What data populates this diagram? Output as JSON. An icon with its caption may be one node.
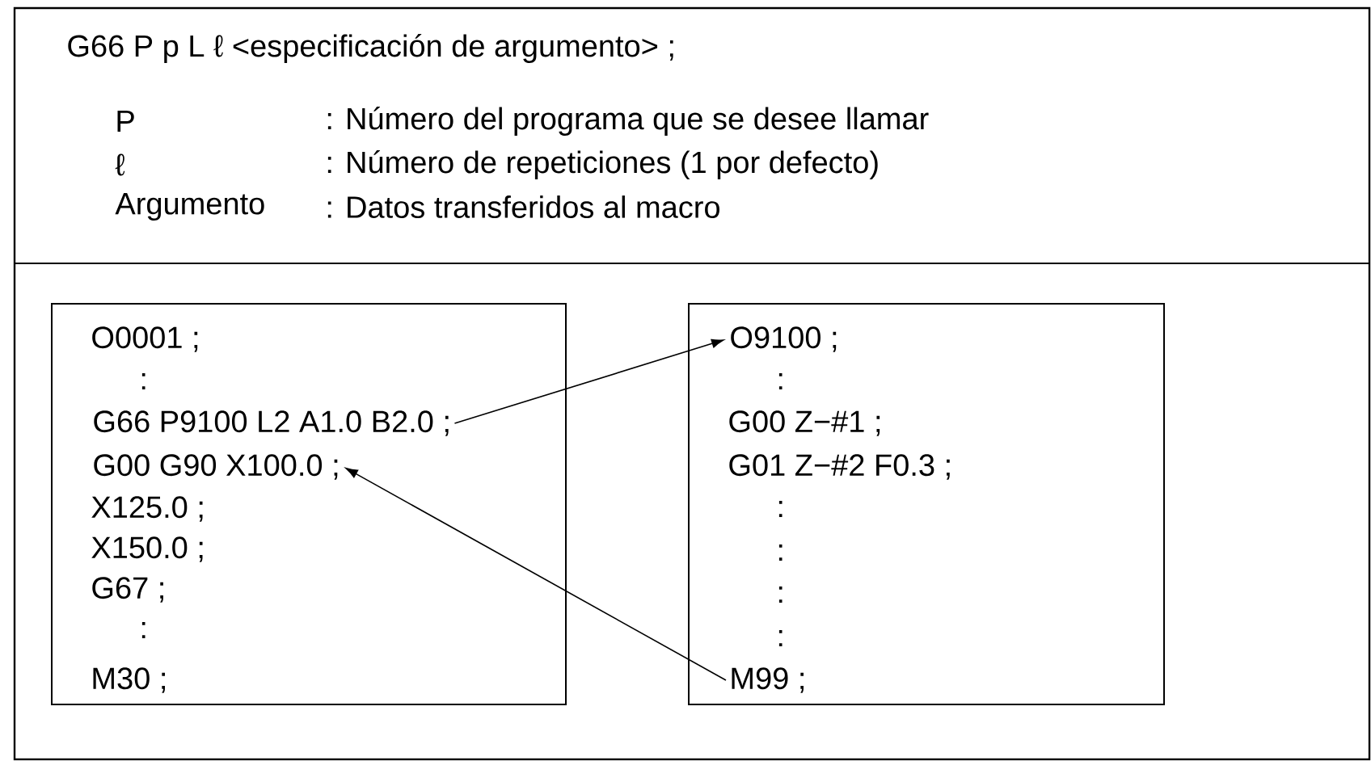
{
  "diagram": {
    "nodes": [
      {
        "text": [
          "O0001 ;",
          ":",
          "X125.0 ;",
          "X150.0 ;",
          "G67 ;",
          ":",
          "M30 ;"
        ]
      },
      {
        "text": [
          ":",
          "G00 Z−#1 ;",
          "G01 Z−#2 F0.3 ;",
          ":",
          ":",
          ":",
          ":"
        ]
      },
      {
        "text": [
          "G66 P9100 L2 A1.0 B2.0 ;"
        ],
        "in": 0
      },
      {
        "text": [
          "G00 G90 X100.0 ;"
        ],
        "in": 0
      },
      {
        "text": [
          "O9100 ;"
        ],
        "in": 1
      },
      {
        "text": [
          "M99 ;"
        ],
        "in": 1
      }
    ],
    "edges": [
      {
        "from": 2,
        "to": 4,
        "arrow": "to"
      },
      {
        "from": 5,
        "to": 3,
        "arrow": "to"
      }
    ],
    "labels": [
      "G66  P p  L  ℓ  <especificación de argumento> ;",
      "P",
      ": Número del programa que se desee llamar",
      "ℓ",
      ": Número de repeticiones (1 por defecto)",
      "Argumento",
      ": Datos transferidos al macro"
    ]
  }
}
